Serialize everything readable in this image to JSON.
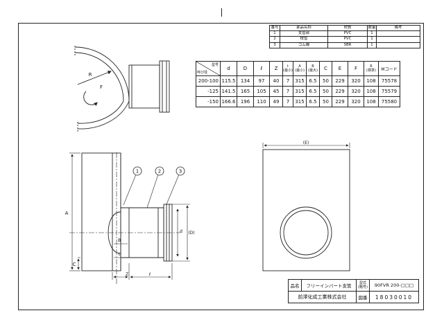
{
  "parts_table": {
    "headers": [
      "番号",
      "部品名称",
      "材質",
      "数量",
      "備考"
    ],
    "rows": [
      {
        "no": "1",
        "name": "支管部",
        "material": "PVC",
        "qty": "1",
        "note": ""
      },
      {
        "no": "2",
        "name": "枝管",
        "material": "PVC",
        "qty": "1",
        "note": ""
      },
      {
        "no": "3",
        "name": "ゴム輪",
        "material": "SBR",
        "qty": "1",
        "note": ""
      }
    ]
  },
  "dim_table": {
    "corner_top": "型号",
    "corner_bottom": "呼び径",
    "headers": [
      "d",
      "D",
      "ℓ",
      "Z",
      "t\n(最小)",
      "A\n(最小)",
      "B\n(最大)",
      "C",
      "E",
      "F",
      "R\n(標準)",
      "Mコード"
    ],
    "rows": [
      [
        "200-100",
        "115.5",
        "134",
        "97",
        "40",
        "7",
        "315",
        "6.5",
        "50",
        "229",
        "320",
        "108",
        "75578"
      ],
      [
        "-125",
        "141.5",
        "165",
        "105",
        "45",
        "7",
        "315",
        "6.5",
        "50",
        "229",
        "320",
        "108",
        "75579"
      ],
      [
        "-150",
        "166.6",
        "196",
        "110",
        "49",
        "7",
        "315",
        "6.5",
        "50",
        "229",
        "320",
        "108",
        "75580"
      ]
    ]
  },
  "drawing_labels": {
    "R": "R",
    "F": "F",
    "A": "A",
    "C": "C",
    "B": "B",
    "t": "t",
    "Z": "Z",
    "l": "ℓ",
    "d": "d",
    "D": "(D)",
    "E": "(E)",
    "balloon_1": "1",
    "balloon_2": "2",
    "balloon_3": "3"
  },
  "title_block": {
    "product_label": "品名",
    "product_name": "フリーインバート支管",
    "model_label": "型式\n(略号)",
    "model_value": "90FVR 200-□□□",
    "company": "前澤化成工業株式会社",
    "drawing_no_label": "図番",
    "drawing_no": "18030010"
  }
}
